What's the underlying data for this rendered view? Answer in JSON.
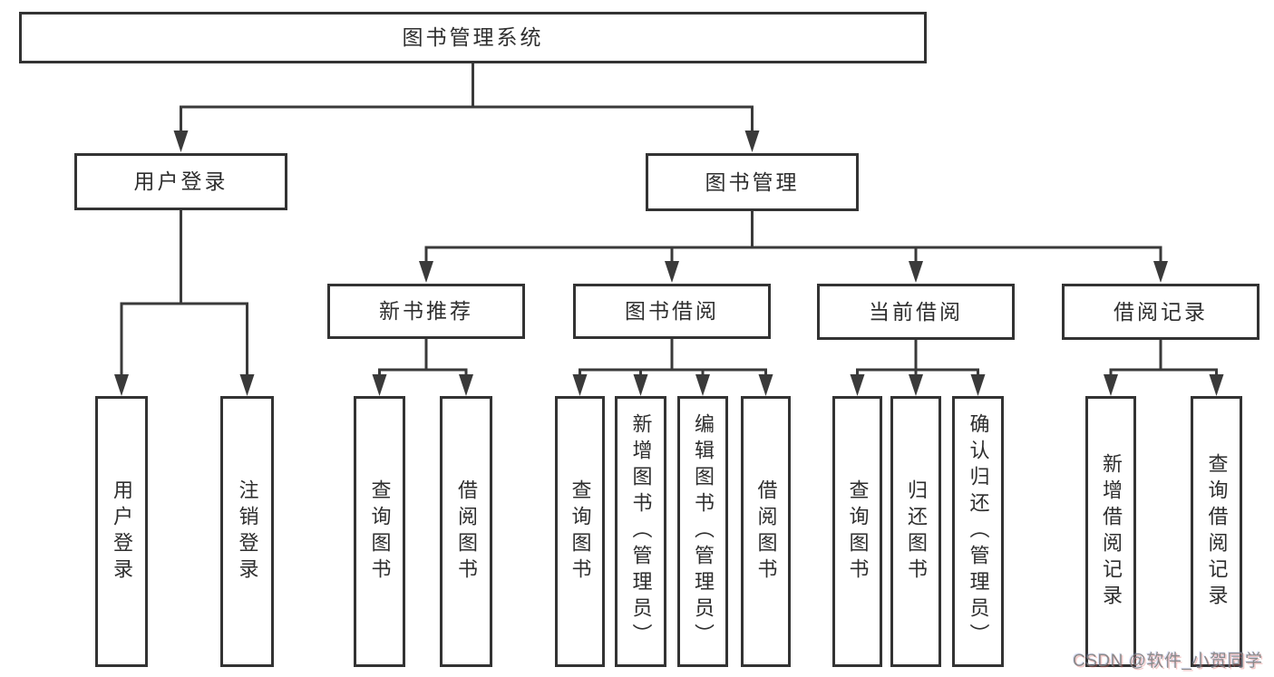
{
  "tree": {
    "root": "图书管理系统",
    "level2": [
      {
        "label": "用户登录",
        "leaves": [
          "用户登录",
          "注销登录"
        ]
      },
      {
        "label": "图书管理",
        "groups": [
          {
            "label": "新书推荐",
            "leaves": [
              "查询图书",
              "借阅图书"
            ]
          },
          {
            "label": "图书借阅",
            "leaves": [
              "查询图书",
              "新增图书（管理员）",
              "编辑图书（管理员）",
              "借阅图书"
            ]
          },
          {
            "label": "当前借阅",
            "leaves": [
              "查询图书",
              "归还图书",
              "确认归还（管理员）"
            ]
          },
          {
            "label": "借阅记录",
            "leaves": [
              "新增借阅记录",
              "查询借阅记录"
            ]
          }
        ]
      }
    ]
  },
  "watermark": "CSDN @软件_小贺同学",
  "colors": {
    "line": "#3a3a3a",
    "border": "#333333",
    "text": "#2e2e2e",
    "watermark": "#808080"
  }
}
